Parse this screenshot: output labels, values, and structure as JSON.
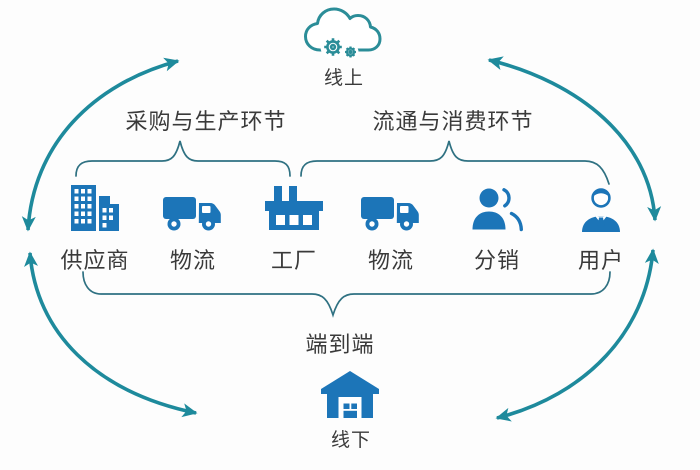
{
  "diagram_title": "supply-chain-end-to-end-cycle",
  "colors": {
    "icon_blue": "#1c75b8",
    "arc_teal": "#1e8a9c",
    "cloud_teal": "#2b8d98",
    "brace_teal": "#2f7182",
    "text": "#3a3a3a"
  },
  "online": {
    "label": "线上"
  },
  "offline": {
    "label": "线下"
  },
  "groups": {
    "procurement": {
      "label": "采购与生产环节"
    },
    "circulation": {
      "label": "流通与消费环节"
    },
    "end_to_end": {
      "label": "端到端"
    }
  },
  "nodes": [
    {
      "id": "supplier",
      "label": "供应商",
      "icon": "buildings-icon"
    },
    {
      "id": "logistics-inbound",
      "label": "物流",
      "icon": "truck-icon"
    },
    {
      "id": "factory",
      "label": "工厂",
      "icon": "factory-icon"
    },
    {
      "id": "logistics-outbound",
      "label": "物流",
      "icon": "truck-icon"
    },
    {
      "id": "distribution",
      "label": "分销",
      "icon": "people-icon"
    },
    {
      "id": "user",
      "label": "用户",
      "icon": "person-icon"
    }
  ]
}
